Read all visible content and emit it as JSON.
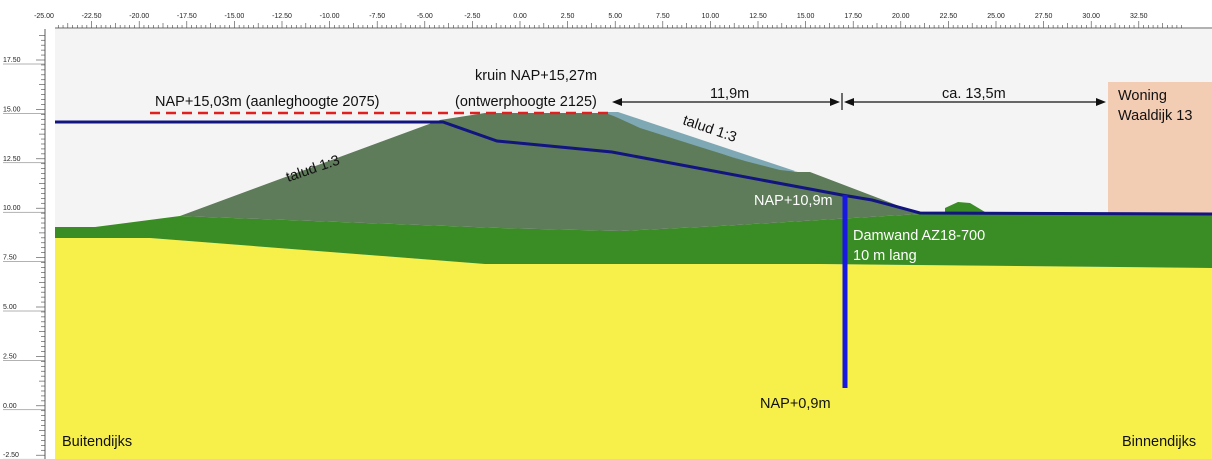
{
  "x_axis": {
    "ticks": [
      "-25.00",
      "-22.50",
      "-20.00",
      "-17.50",
      "-15.00",
      "-12.50",
      "-10.00",
      "-7.50",
      "-5.00",
      "-2.50",
      "0.00",
      "2.50",
      "5.00",
      "7.50",
      "10.00",
      "12.50",
      "15.00",
      "17.50",
      "20.00",
      "22.50",
      "25.00",
      "27.50",
      "30.00",
      "32.50"
    ]
  },
  "y_axis": {
    "ticks": [
      "17.50",
      "15.00",
      "12.50",
      "10.00",
      "7.50",
      "5.00",
      "2.50",
      "0.00",
      "-2.50"
    ]
  },
  "annotations": {
    "design_level": "NAP+15,03m (aanleghoogte 2075)",
    "crest_line1": "kruin NAP+15,27m",
    "crest_line2": "(ontwerphoogte 2125)",
    "dim_1": "11,9m",
    "dim_2": "ca. 13,5m",
    "house_line1": "Woning",
    "house_line2": "Waaldijk 13",
    "slope_left": "talud 1:3",
    "slope_right": "talud 1:3",
    "sheet_top": "NAP+10,9m",
    "sheet_name_line1": "Damwand AZ18-700",
    "sheet_name_line2": "10 m lang",
    "sheet_bottom": "NAP+0,9m",
    "left_side": "Buitendijks",
    "right_side": "Binnendijks"
  },
  "colors": {
    "sand": "#f7f04a",
    "clay": "#3a8c24",
    "dike_body": "#5e7b5a",
    "reinforcement": "#7ea8b4",
    "sheet_pile": "#1818e0",
    "profile_line": "#121480",
    "design_line": "#e02020",
    "house": "#f3ccb4"
  }
}
